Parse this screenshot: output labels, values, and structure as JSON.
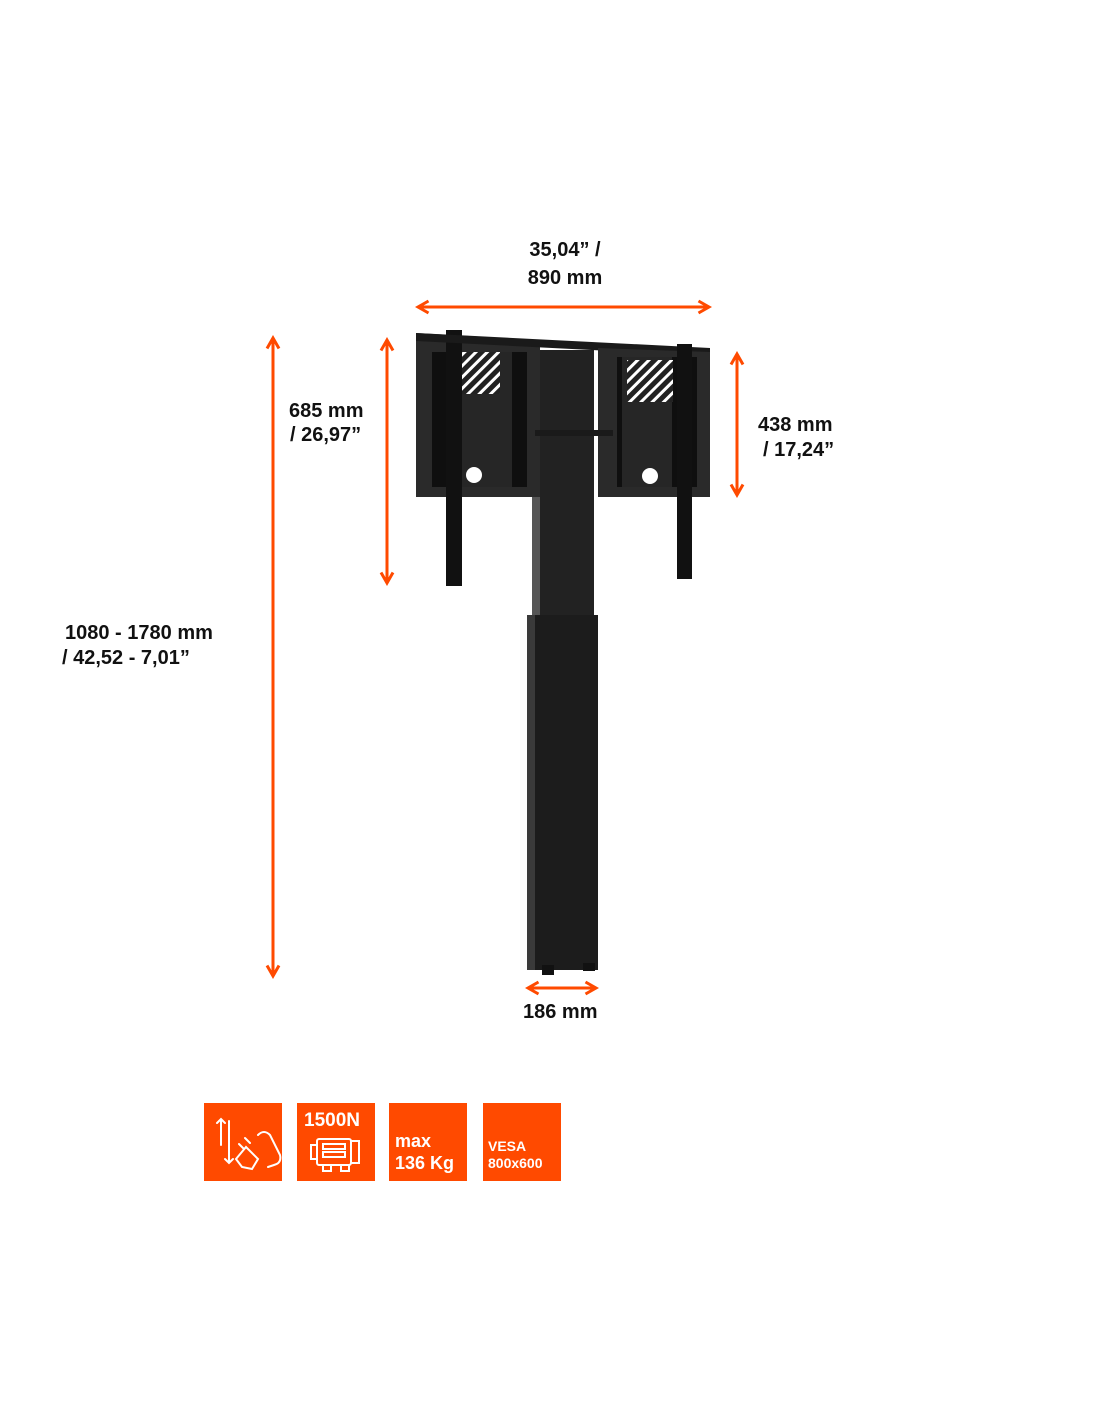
{
  "colors": {
    "accent": "#FF4A00",
    "product": "#1a1a1a"
  },
  "dimensions": {
    "width": {
      "line1": "35,04” /",
      "line2": "890 mm"
    },
    "height_range": {
      "line1": "1080 - 1780 mm",
      "line2": "/ 42,52 - 7,01”"
    },
    "bracket_height": {
      "line1": "685 mm",
      "line2": "/ 26,97”"
    },
    "panel_height": {
      "line1": "438 mm",
      "line2": "/ 17,24”"
    },
    "column_width": {
      "line1": "186 mm"
    }
  },
  "badges": [
    {
      "icon": "height-adjust-plug-icon"
    },
    {
      "label": "1500N",
      "icon": "motor-icon"
    },
    {
      "line1": "max",
      "line2": "136 Kg"
    },
    {
      "line1": "VESA",
      "line2": "800x600"
    }
  ]
}
